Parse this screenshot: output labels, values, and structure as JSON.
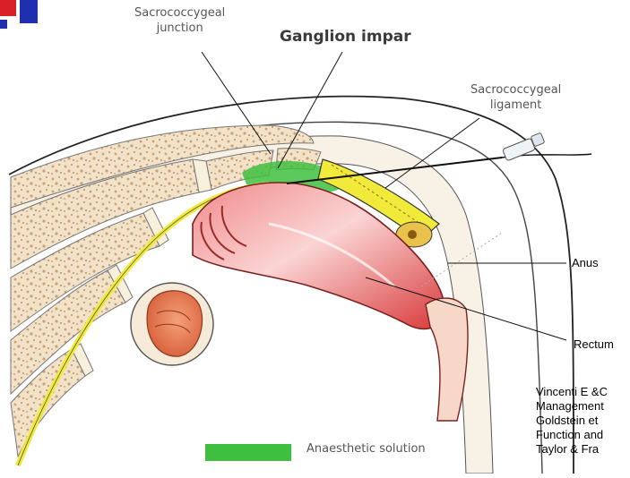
{
  "labels": {
    "sacrococcygeal_junction": [
      "Sacrococcygeal",
      "junction"
    ],
    "ganglion_impar": "Ganglion impar",
    "sacrococcygeal_ligament": [
      "Sacrococcygeal",
      "ligament"
    ],
    "anus": "Anus",
    "rectum": "Rectum"
  },
  "legend": {
    "label": "Anaesthetic solution",
    "color": "#3fbf3f"
  },
  "citation": [
    "Vincenti E &C",
    "Management",
    "Goldstein et",
    "Function and",
    "Taylor & Fra"
  ],
  "colors": {
    "bone_fill": "#f2e2c8",
    "bone_speckle": "#c9a27a",
    "disc": "#f7f0dc",
    "nerve_yellow": "#f1ea3a",
    "rectum_red": "#e04848",
    "rectum_highlight": "#fbd4d4",
    "anaesthetic_green": "#3fbf3f",
    "skin_outline": "#222222",
    "slide_accent_blue": "#1f2fb0",
    "slide_accent_red": "#d81f26"
  }
}
